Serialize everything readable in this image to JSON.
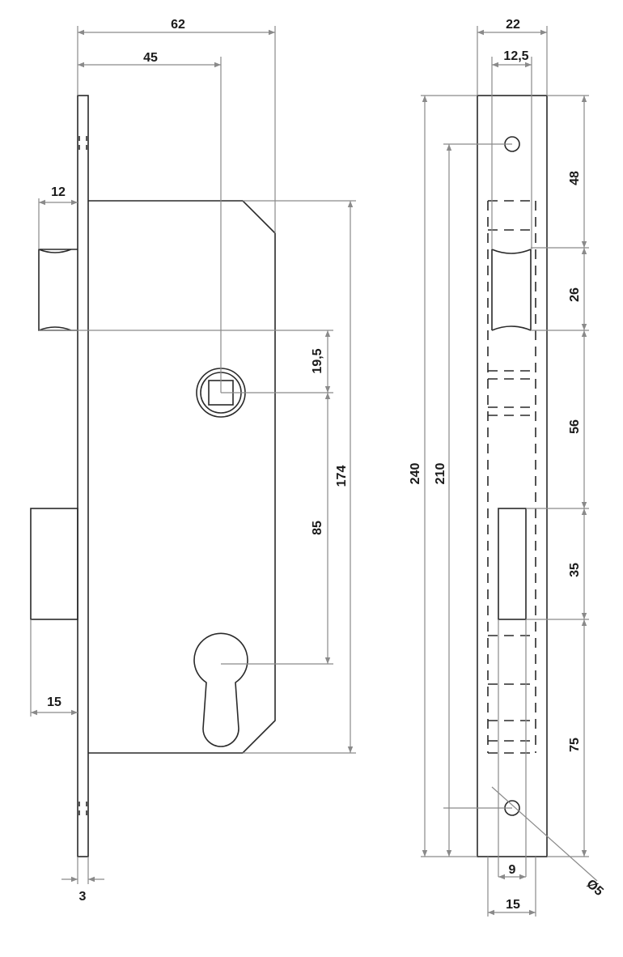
{
  "front_view": {
    "dimensions": {
      "width_total": "62",
      "backset": "45",
      "latch_projection": "12",
      "bolt_projection": "15",
      "faceplate_thickness": "3",
      "spindle_offset": "19,5",
      "center_distance": "85",
      "case_height": "174"
    }
  },
  "side_view": {
    "dimensions": {
      "faceplate_width": "22",
      "inner_width": "12,5",
      "faceplate_length": "240",
      "screw_spacing": "210",
      "seg_top": "48",
      "seg_latch": "26",
      "seg_middle": "56",
      "seg_bolt": "35",
      "seg_bottom": "75",
      "bolt_width": "9",
      "case_width": "15",
      "hole_diameter": "Ø5"
    }
  }
}
